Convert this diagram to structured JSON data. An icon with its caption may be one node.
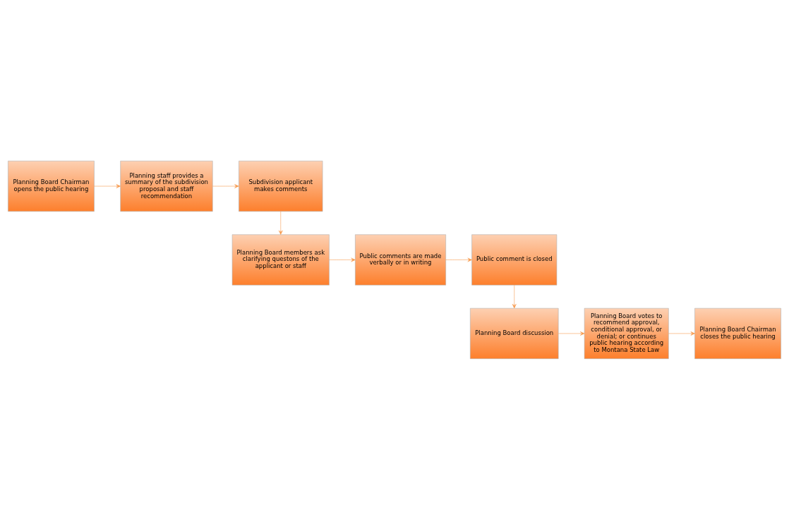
{
  "diagram": {
    "nodes": [
      {
        "text": [
          "Planning Board Chairman opens the public hearing"
        ]
      },
      {
        "text": [
          "Planning staff provides a summary of the subdivision proposal and staff recommendation"
        ]
      },
      {
        "text": [
          "Subdivision applicant makes comments"
        ]
      },
      {
        "text": [
          "Planning Board members ask clarifying questons of the applicant or staff"
        ]
      },
      {
        "text": [
          "Public comments are made verbally or in writing"
        ]
      },
      {
        "text": [
          "Public comment is closed"
        ]
      },
      {
        "text": [
          "Planning Board discussion"
        ]
      },
      {
        "text": [
          "Planning Board votes to recommend approval, conditional approval, or denial; or continues public hearing according to Montana State Law"
        ]
      },
      {
        "text": [
          "Planning Board Chairman closes the public hearing"
        ]
      }
    ],
    "edges": [
      {
        "from": 0,
        "to": 1,
        "arrow": "to"
      },
      {
        "from": 1,
        "to": 2,
        "arrow": "to"
      },
      {
        "from": 2,
        "to": 3,
        "arrow": "to"
      },
      {
        "from": 3,
        "to": 4,
        "arrow": "to"
      },
      {
        "from": 4,
        "to": 5,
        "arrow": "to"
      },
      {
        "from": 5,
        "to": 6,
        "arrow": "to"
      },
      {
        "from": 6,
        "to": 7,
        "arrow": "to"
      },
      {
        "from": 7,
        "to": 8,
        "arrow": "to"
      }
    ]
  }
}
